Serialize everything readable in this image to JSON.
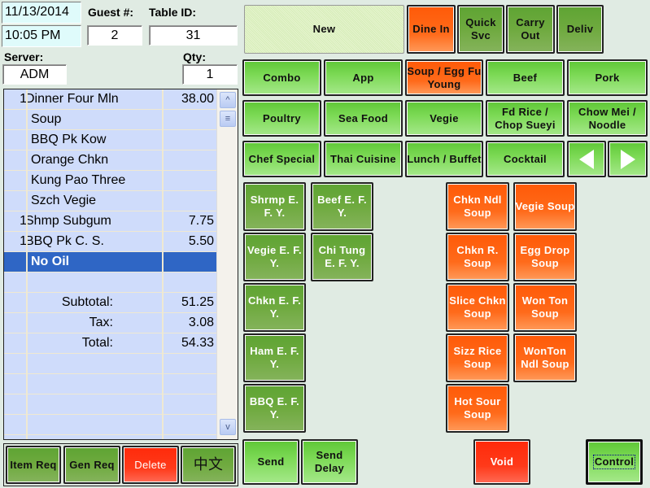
{
  "header": {
    "date": "11/13/2014",
    "time": "10:05 PM",
    "guest_label": "Guest #:",
    "guest_value": "2",
    "table_label": "Table ID:",
    "table_value": "31",
    "server_label": "Server:",
    "server_value": "ADM",
    "qty_label": "Qty:",
    "qty_value": "1"
  },
  "order": {
    "items": [
      {
        "qty": "1",
        "name": "Dinner Four Mln",
        "price": "38.00"
      },
      {
        "qty": "",
        "name": "Soup",
        "price": ""
      },
      {
        "qty": "",
        "name": "BBQ Pk Kow",
        "price": ""
      },
      {
        "qty": "",
        "name": "Orange Chkn",
        "price": ""
      },
      {
        "qty": "",
        "name": "Kung Pao Three",
        "price": ""
      },
      {
        "qty": "",
        "name": "Szch Vegie",
        "price": ""
      },
      {
        "qty": "1",
        "name": "Shmp Subgum",
        "price": "7.75"
      },
      {
        "qty": "1",
        "name": "BBQ Pk C. S.",
        "price": "5.50"
      },
      {
        "qty": "",
        "name": "No Oil",
        "price": "",
        "selected": true
      },
      {
        "qty": "",
        "name": "",
        "price": ""
      }
    ],
    "subtotal_label": "Subtotal:",
    "subtotal": "51.25",
    "tax_label": "Tax:",
    "tax": "3.08",
    "total_label": "Total:",
    "total": "54.33",
    "scroll_up_icon": "^",
    "scroll_thumb_icon": "≡",
    "scroll_down_icon": "v"
  },
  "bottom_left": {
    "item_req": "Item Req",
    "gen_req": "Gen Req",
    "delete": "Delete",
    "chinese": "中文"
  },
  "top": {
    "new_label": "New",
    "order_types": [
      "Dine In",
      "Quick Svc",
      "Carry Out",
      "Deliv"
    ],
    "active_order_type": "Dine In"
  },
  "categories": {
    "row1": [
      "Combo",
      "App",
      "Soup / Egg Fu Young",
      "Beef",
      "Pork"
    ],
    "row2": [
      "Poultry",
      "Sea Food",
      "Vegie",
      "Fd Rice / Chop Sueyi",
      "Chow Mei / Noodle"
    ],
    "row3": [
      "Chef Special",
      "Thai Cuisine",
      "Lunch / Buffet",
      "Cocktail"
    ],
    "active": "Soup / Egg Fu Young",
    "prev_icon": "left-arrow",
    "next_icon": "right-arrow"
  },
  "menu_items": {
    "egg_fu_young": [
      "Shrmp E. F. Y.",
      "Beef E. F. Y.",
      "Vegie E. F. Y.",
      "Chi Tung E. F. Y.",
      "Chkn E. F. Y.",
      "Ham E. F. Y.",
      "BBQ E. F. Y."
    ],
    "soups": [
      "Chkn Ndl Soup",
      "Vegie Soup",
      "Chkn R. Soup",
      "Egg Drop Soup",
      "Slice Chkn Soup",
      "Won Ton Soup",
      "Sizz Rice Soup",
      "WonTon Ndl Soup",
      "Hot Sour Soup"
    ]
  },
  "actions": {
    "send": "Send",
    "send_delay": "Send Delay",
    "void": "Void",
    "control": "Control"
  },
  "colors": {
    "background": "#e0ebe3",
    "light_green": "#7bd954",
    "dark_green": "#6faa3f",
    "orange": "#ff6a1a",
    "red": "#ff3a1a",
    "selection": "#2f66c5",
    "grid_bg": "#cfdcfb"
  }
}
